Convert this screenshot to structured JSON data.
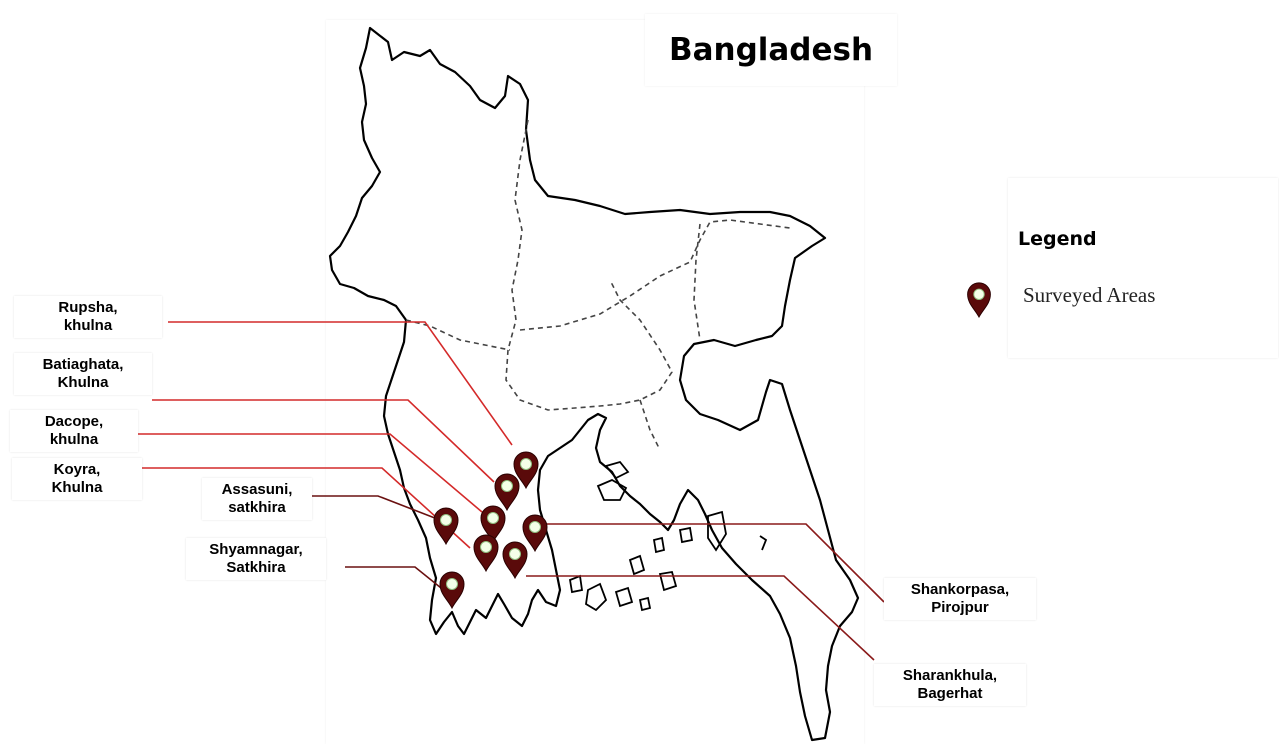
{
  "title": "Bangladesh",
  "legend": {
    "title": "Legend",
    "items": [
      {
        "label": "Surveyed Areas",
        "icon": "map-pin-icon",
        "color": "#5a0a0a"
      }
    ]
  },
  "locations": [
    {
      "name": "rupsha",
      "line1": "Rupsha,",
      "line2": "khulna"
    },
    {
      "name": "batiaghata",
      "line1": "Batiaghata,",
      "line2": "Khulna"
    },
    {
      "name": "dacope",
      "line1": "Dacope,",
      "line2": "khulna"
    },
    {
      "name": "koyra",
      "line1": "Koyra,",
      "line2": "Khulna"
    },
    {
      "name": "assasuni",
      "line1": "Assasuni,",
      "line2": "satkhira"
    },
    {
      "name": "shyamnagar",
      "line1": "Shyamnagar,",
      "line2": "Satkhira"
    },
    {
      "name": "shankorpasa",
      "line1": "Shankorpasa,",
      "line2": "Pirojpur"
    },
    {
      "name": "sharankhula",
      "line1": "Sharankhula,",
      "line2": "Bagerhat"
    }
  ],
  "colors": {
    "leader_line": "#d42a2a",
    "pin": "#5a0a0a",
    "pin_inner": "#f4ffe8",
    "outline": "#000000"
  }
}
